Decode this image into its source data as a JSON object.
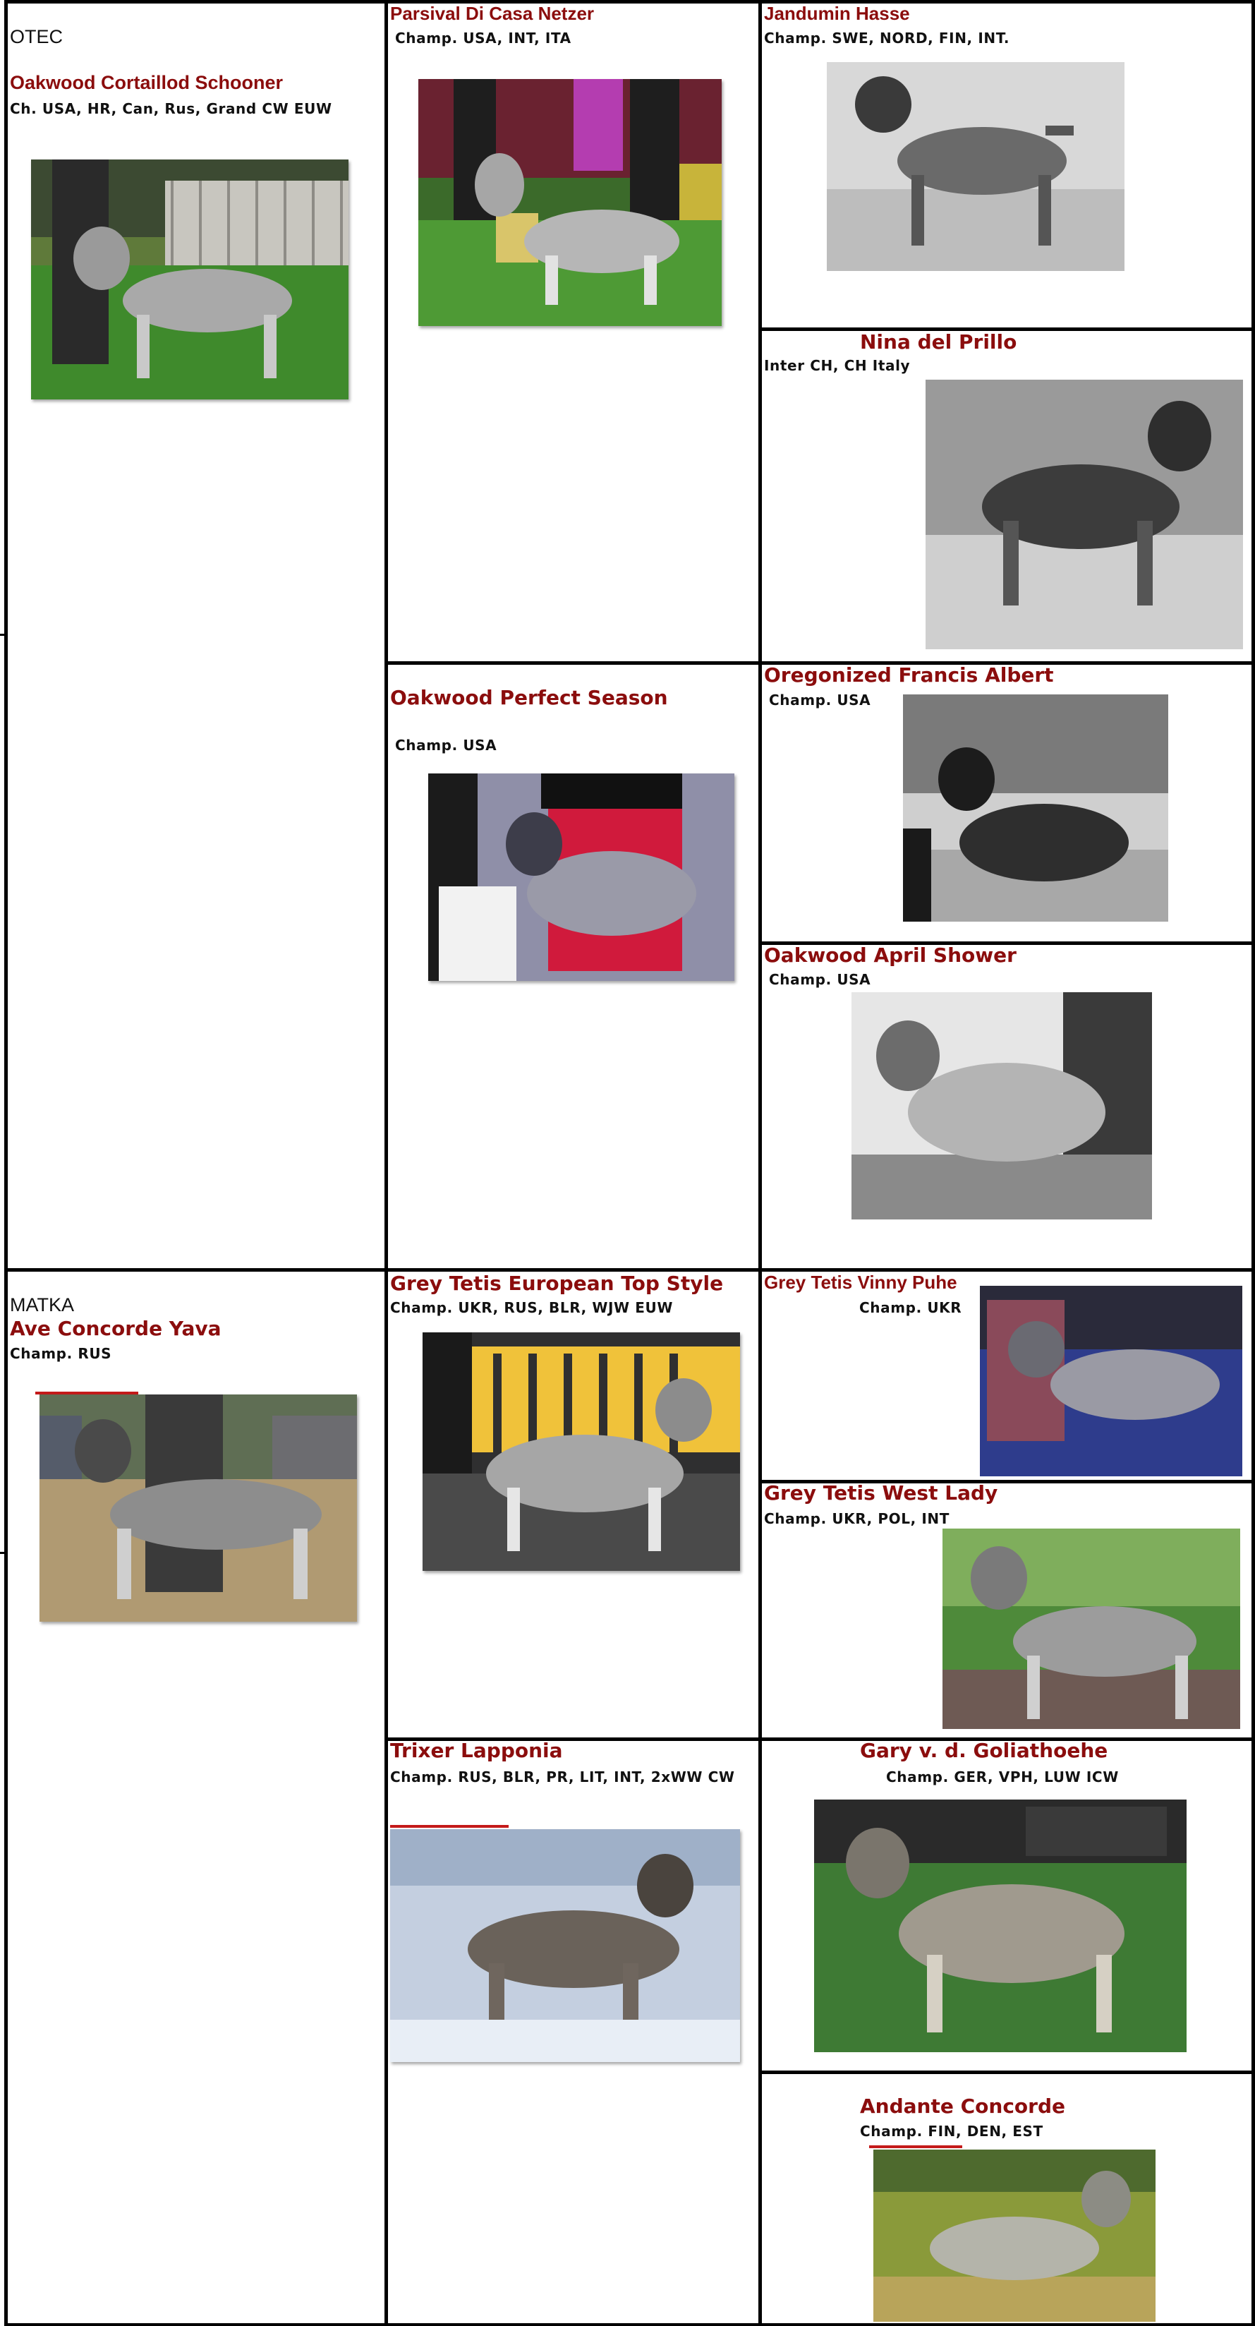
{
  "sections": {
    "sire_label": "OTEC",
    "dam_label": "MATKA"
  },
  "dogs": {
    "sire": {
      "name": "Oakwood Cortaillod Schooner",
      "titles": "Ch. USA, HR, Can, Rus, Grand CW EUW",
      "photo": "color-photo"
    },
    "sire_sire": {
      "name": "Parsival Di Casa Netzer",
      "titles": "Champ. USA, INT, ITA",
      "photo": "color-photo"
    },
    "sire_sire_sire": {
      "name": "Jandumin Hasse",
      "titles": "Champ. SWE, NORD, FIN, INT.",
      "photo": "bw-photo"
    },
    "sire_sire_dam": {
      "name": "Nina del Prillo",
      "titles": "Inter CH, CH Italy",
      "photo": "bw-photo"
    },
    "sire_dam": {
      "name": "Oakwood Perfect Season",
      "titles": "Champ. USA",
      "photo": "color-photo"
    },
    "sire_dam_sire": {
      "name": "Oregonized Francis Albert",
      "titles": "Champ. USA",
      "photo": "bw-photo"
    },
    "sire_dam_dam": {
      "name": "Oakwood April Shower",
      "titles": "Champ. USA",
      "photo": "bw-photo"
    },
    "dam": {
      "name": "Ave Concorde Yava",
      "titles": "Champ. RUS",
      "photo": "color-photo"
    },
    "dam_sire": {
      "name": "Grey Tetis European Top Style",
      "titles": "Champ. UKR, RUS, BLR, WJW EUW",
      "photo": "color-photo"
    },
    "dam_sire_sire": {
      "name": "Grey Tetis Vinny Puhe",
      "titles": "Champ. UKR",
      "photo": "color-photo"
    },
    "dam_sire_dam": {
      "name": "Grey Tetis West Lady",
      "titles": "Champ. UKR, POL, INT",
      "photo": "color-photo"
    },
    "dam_dam": {
      "name": "Trixer Lapponia",
      "titles": "Champ. RUS, BLR, PR, LIT, INT, 2xWW CW",
      "photo": "color-photo"
    },
    "dam_dam_sire": {
      "name": "Gary v. d. Goliathoehe",
      "titles": "Champ. GER, VPH, LUW ICW",
      "photo": "color-photo"
    },
    "dam_dam_dam": {
      "name": "Andante Concorde",
      "titles": "Champ. FIN, DEN, EST",
      "photo": "color-photo"
    }
  },
  "colors": {
    "name_color": "#8b0d0d",
    "grid_line": "#000000",
    "accent_red": "#c41a1a"
  }
}
